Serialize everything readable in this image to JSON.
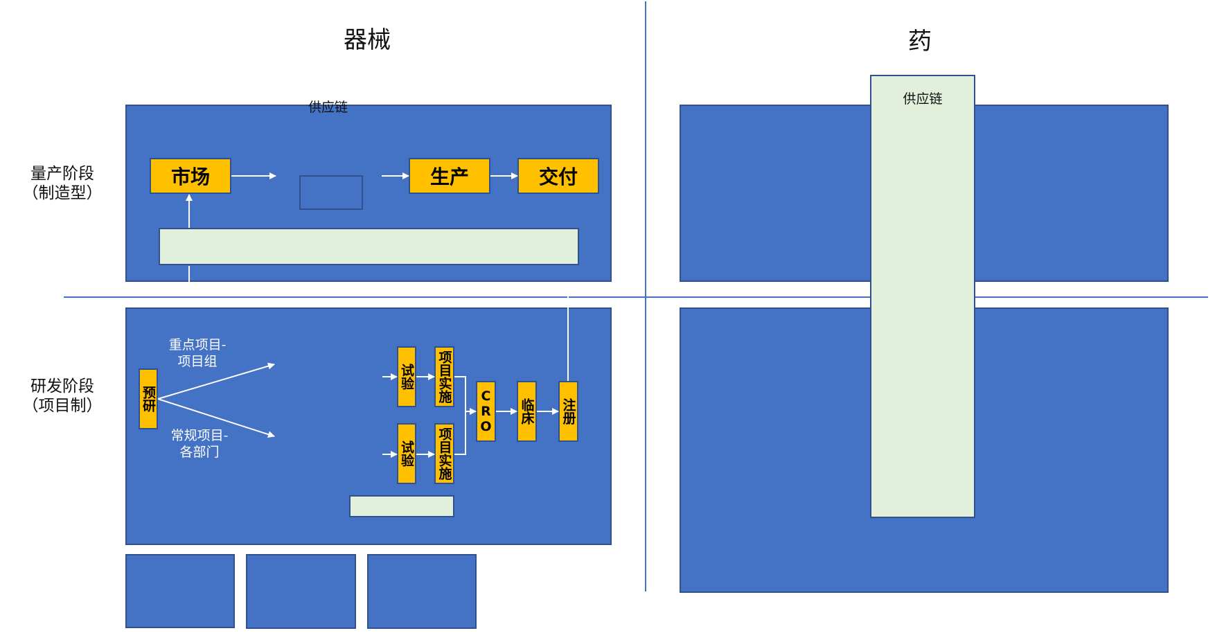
{
  "headers": {
    "device": "器械",
    "drug": "药"
  },
  "rows": {
    "mass": {
      "line1": "量产阶段",
      "line2": "（制造型）"
    },
    "rd": {
      "line1": "研发阶段",
      "line2": "（项目制）"
    }
  },
  "supply_chain": {
    "device_label": "供应链",
    "drug_label": "供应链"
  },
  "mass_flow": {
    "market": "市场",
    "production": "生产",
    "delivery": "交付"
  },
  "rd_flow": {
    "pre_research": "预研",
    "key_projects": {
      "line1": "重点项目-",
      "line2": "项目组"
    },
    "regular_projects": {
      "line1": "常规项目-",
      "line2": "各部门"
    },
    "trial_top": "试验",
    "impl_top": "项目实施",
    "trial_bottom": "试验",
    "impl_bottom": "项目实施",
    "cro": "CRO",
    "clinical": "临床",
    "registration": "注册"
  },
  "colors": {
    "panel_blue": "#4472C4",
    "panel_border": "#2F528F",
    "accent_yellow": "#FFC000",
    "pale_green": "#E2EFDA",
    "divider": "#4472C4"
  }
}
